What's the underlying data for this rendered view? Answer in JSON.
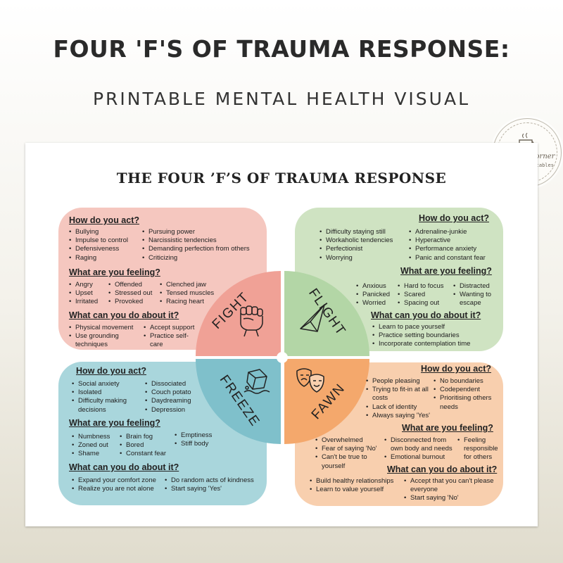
{
  "header": {
    "title": "FOUR 'F'S OF TRAUMA RESPONSE:",
    "subtitle": "PRINTABLE MENTAL HEALTH VISUAL"
  },
  "logo": {
    "name": "Chillout Corner",
    "tagline": "Digital Printables"
  },
  "sheet": {
    "title": "THE FOUR ’F’S OF TRAUMA RESPONSE"
  },
  "colors": {
    "fight": "#f5c7bf",
    "flight": "#cfe3c2",
    "freeze": "#a9d6dc",
    "fawn": "#f8cfae",
    "fight_wedge": "#f0a196",
    "flight_wedge": "#b3d6a6",
    "freeze_wedge": "#7fc0cb",
    "fawn_wedge": "#f4a86c"
  },
  "fight": {
    "label": "FIGHT",
    "icon": "fist-icon",
    "act_heading": "How do you act?",
    "act_col1": [
      "Bullying",
      "Impulse to control",
      "Defensiveness",
      "Raging"
    ],
    "act_col2": [
      "Pursuing power",
      "Narcissistic tendencies",
      "Demanding perfection from others",
      "Criticizing"
    ],
    "feel_heading": "What are you feeling?",
    "feel_col1": [
      "Angry",
      "Upset",
      "Irritated"
    ],
    "feel_col2": [
      "Offended",
      "Stressed out",
      "Provoked"
    ],
    "feel_col3": [
      "Clenched jaw",
      "Tensed muscles",
      "Racing heart"
    ],
    "do_heading": "What can you do about it?",
    "do_col1": [
      "Physical movement",
      "Use grounding techniques"
    ],
    "do_col2": [
      "Accept support",
      "Practice self-care"
    ]
  },
  "flight": {
    "label": "FLIGHT",
    "icon": "paper-plane-icon",
    "act_heading": "How do you act?",
    "act_col1": [
      "Difficulty staying still",
      "Workaholic tendencies",
      "Perfectionist",
      "Worrying"
    ],
    "act_col2": [
      "Adrenaline-junkie",
      "Hyperactive",
      "Performance anxiety",
      "Panic and constant fear"
    ],
    "feel_heading": "What are you feeling?",
    "feel_col1": [
      "Anxious",
      "Panicked",
      "Worried"
    ],
    "feel_col2": [
      "Hard to focus",
      "Scared",
      "Spacing out"
    ],
    "feel_col3": [
      "Distracted",
      "Wanting to escape"
    ],
    "do_heading": "What can you do about it?",
    "do_col1": [
      "Learn to pace yourself",
      "Practice setting boundaries",
      "Incorporate contemplation time"
    ]
  },
  "freeze": {
    "label": "FREEZE",
    "icon": "ice-cube-icon",
    "act_heading": "How do you act?",
    "act_col1": [
      "Social anxiety",
      "Isolated",
      "Difficulty making decisions"
    ],
    "act_col2": [
      "Dissociated",
      "Couch potato",
      "Daydreaming",
      "Depression"
    ],
    "feel_heading": "What are you feeling?",
    "feel_col1": [
      "Numbness",
      "Zoned out",
      "Shame"
    ],
    "feel_col2": [
      "Brain fog",
      "Bored",
      "Constant fear"
    ],
    "feel_col3": [
      "Emptiness",
      "Stiff body"
    ],
    "do_heading": "What can you do about it?",
    "do_col1": [
      "Expand your comfort zone",
      "Realize you are not alone"
    ],
    "do_col2": [
      "Do random acts of kindness",
      "Start saying 'Yes'"
    ]
  },
  "fawn": {
    "label": "FAWN",
    "icon": "theatre-masks-icon",
    "act_heading": "How do you act?",
    "act_col1": [
      "People pleasing",
      "Trying to fit-in at all costs",
      "Lack of identity",
      "Always saying 'Yes'"
    ],
    "act_col2": [
      "No boundaries",
      "Codependent",
      "Prioritising others needs"
    ],
    "feel_heading": "What are you feeling?",
    "feel_col1": [
      "Overwhelmed",
      "Fear of saying 'No'",
      "Can't be true to yourself"
    ],
    "feel_col2": [
      "Disconnected from own body and needs",
      "Emotional burnout"
    ],
    "feel_col3": [
      "Feeling responsible for others"
    ],
    "do_heading": "What can you do about it?",
    "do_col1": [
      "Build healthy relationships",
      "Learn to value yourself"
    ],
    "do_col2": [
      "Accept that you can't please everyone",
      "Start saying 'No'"
    ]
  }
}
